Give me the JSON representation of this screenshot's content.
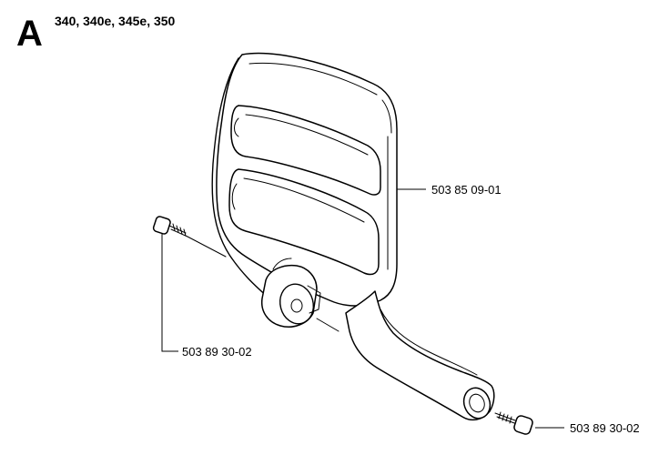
{
  "section": {
    "letter": "A",
    "models": "340, 340e, 345e, 350"
  },
  "parts": [
    {
      "number": "503 85 09-01",
      "description": "handle guard"
    },
    {
      "number": "503 89 30-02",
      "description": "screw (left)"
    },
    {
      "number": "503 89 30-02",
      "description": "screw (right)"
    }
  ]
}
